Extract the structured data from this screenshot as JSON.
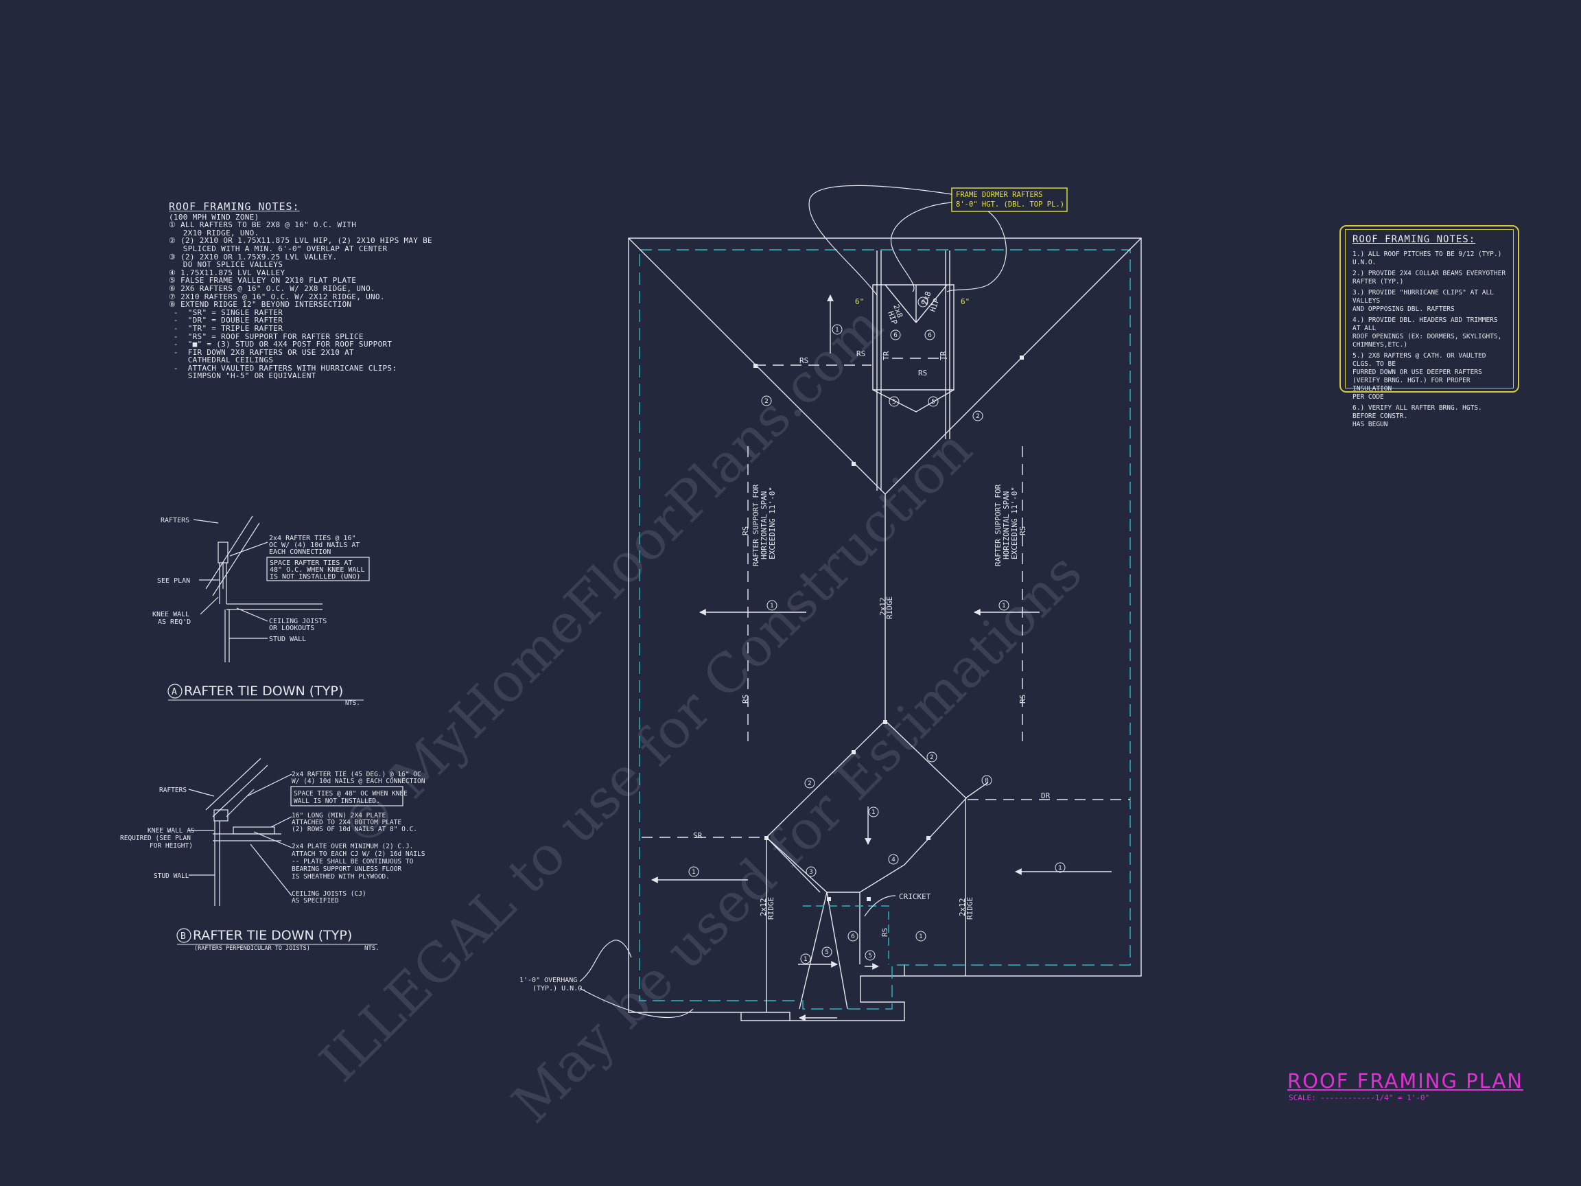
{
  "notes_left": {
    "title": "ROOF FRAMING NOTES:",
    "lines": [
      "(100 MPH WIND ZONE)",
      "① ALL RAFTERS TO BE 2x8 @ 16\" O.C. WITH",
      "   2x10 RIDGE, UNO.",
      "② (2) 2x10 OR 1.75x11.875 LVL HIP, (2) 2x10 HIPS MAY BE",
      "   SPLICED WITH A MIN. 6'-0\" OVERLAP AT CENTER",
      "③ (2) 2x10 OR 1.75x9.25 LVL VALLEY.",
      "   DO NOT SPLICE VALLEYS",
      "④ 1.75x11.875 LVL VALLEY",
      "⑤ FALSE FRAME VALLEY ON 2x10 FLAT PLATE",
      "⑥ 2x6 RAFTERS @ 16\" O.C. W/ 2x8 RIDGE, UNO.",
      "⑦ 2x10 RAFTERS @ 16\" O.C. W/ 2x12 RIDGE, UNO.",
      "⑧ EXTEND RIDGE 12\" BEYOND INTERSECTION",
      " -  \"SR\" = SINGLE RAFTER",
      " -  \"DR\" = DOUBLE RAFTER",
      " -  \"TR\" = TRIPLE RAFTER",
      " -  \"RS\" = ROOF SUPPORT FOR RAFTER SPLICE",
      " -  \"■\" = (3) STUD OR 4x4 POST FOR ROOF SUPPORT",
      " -  FIR DOWN 2x8 RAFTERS OR USE 2x10 AT",
      "    CATHEDRAL CEILINGS",
      " -  ATTACH VAULTED RAFTERS WITH HURRICANE CLIPS:",
      "    SIMPSON \"H-5\" OR EQUIVALENT"
    ]
  },
  "notes_right": {
    "title": "ROOF FRAMING NOTES:",
    "items": [
      [
        "1.) ALL ROOF PITCHES TO BE  9/12 (TYP.) U.N.O."
      ],
      [
        "2.) PROVIDE 2x4 COLLAR BEAMS EVERYOTHER",
        "     RAFTER (TYP.)"
      ],
      [
        "3.) PROVIDE \"HURRICANE CLIPS\" AT ALL VALLEYS",
        "     AND OPPPOSING DBL. RAFTERS"
      ],
      [
        "4.) PROVIDE DBL. HEADERS ABD TRIMMERS AT ALL",
        "     ROOF OPENINGS (EX: DORMERS, SKYLIGHTS,",
        "     CHIMNEYS,ETC.)"
      ],
      [
        "5.) 2x8 RAFTERS @ CATH. OR VAULTED CLGS. TO BE",
        "     FURRED DOWN OR USE DEEPER RAFTERS",
        "     (VERIFY BRNG. HGT.) FOR PROPER INSULATION",
        "     PER CODE"
      ],
      [
        "6.) VERIFY ALL RAFTER BRNG. HGTS. BEFORE CONSTR.",
        "     HAS BEGUN"
      ]
    ]
  },
  "callouts": {
    "dormer_line1": "FRAME DORMER RAFTERS",
    "dormer_line2": "8'-0\" HGT. (DBL. TOP PL.)",
    "overhang_line1": "1'-0\" OVERHANG",
    "overhang_line2": "(TYP.) U.N.O.",
    "cricket": "CRICKET"
  },
  "plan_labels": {
    "rs": "RS",
    "tr": "TR",
    "sr": "SR",
    "dr": "DR",
    "ridge_2x12": "2x12",
    "ridge_word": "RIDGE",
    "hip_2x8": "2x8",
    "hip_word": "HIP",
    "dim_6": "6\"",
    "support_left_1": "RAFTER SUPPORT FOR",
    "support_left_2": "HORIZONTAL SPAN",
    "support_left_3": "EXCEEDING 11'-0\"",
    "support_right_1": "RAFTER SUPPORT FOR",
    "support_right_2": "HORIZONTAL SPAN",
    "support_right_3": "EXCEEDING 11'-0\"",
    "n1": "1",
    "n2": "2",
    "n3": "3",
    "n4": "4",
    "n5": "5",
    "n6": "6",
    "n8": "8"
  },
  "detail_a": {
    "letter": "A",
    "title": "RAFTER TIE DOWN (TYP)",
    "nts": "NTS.",
    "rafters": "RAFTERS",
    "see_plan": "SEE PLAN",
    "knee_wall_1": "KNEE WALL",
    "knee_wall_2": "AS REQ'D",
    "tie_1": "2x4 RAFTER TIES @ 16\"",
    "tie_2": "OC W/ (4) 10d NAILS AT",
    "tie_3": "EACH CONNECTION",
    "box_1": "SPACE RAFTER TIES AT",
    "box_2": "48\" O.C. WHEN KNEE WALL",
    "box_3": "IS NOT INSTALLED (UNO)",
    "ceiling_1": "CEILING JOISTS",
    "ceiling_2": "OR LOOKOUTS",
    "stud": "STUD WALL"
  },
  "detail_b": {
    "letter": "B",
    "title": "RAFTER TIE DOWN (TYP)",
    "subtitle": "(RAFTERS PERPENDICULAR TO JOISTS)",
    "nts": "NTS.",
    "rafters": "RAFTERS",
    "knee_1": "KNEE WALL AS",
    "knee_2": "REQUIRED (SEE PLAN",
    "knee_3": "FOR HEIGHT)",
    "stud": "STUD WALL",
    "tie_1": "2x4 RAFTER TIE (45 DEG.) @ 16\" OC",
    "tie_2": "W/ (4) 10d NAILS @ EACH CONNECTION",
    "box_1": "SPACE TIES @ 48\" OC WHEN KNEE",
    "box_2": "WALL IS NOT INSTALLED.",
    "plate_1": "16\" LONG (MIN) 2X4 PLATE",
    "plate_2": "ATTACHED TO 2X4 BOTTOM PLATE",
    "plate_3": "(2) ROWS OF 10d NAILS AT 8\" O.C.",
    "p2_1": "2x4 PLATE OVER MINIMUM (2) C.J.",
    "p2_2": "ATTACH TO EACH CJ W/ (2) 16d NAILS",
    "p2_3": "-- PLATE SHALL BE CONTINUOUS TO",
    "p2_4": "BEARING SUPPORT UNLESS FLOOR",
    "p2_5": "IS SHEATHED WITH PLYWOOD.",
    "cj_1": "CEILING JOISTS (CJ)",
    "cj_2": "AS SPECIFIED"
  },
  "title_block": {
    "title": "ROOF FRAMING PLAN",
    "scale": "SCALE: ------------1/4\" = 1'-0\""
  },
  "watermark": {
    "line1": "© MyHomeFloorPlans.com",
    "line2": "ILLEGAL to use for Construction",
    "line3": "May be used for Estimations"
  },
  "colors": {
    "background": "#23283d",
    "linework": "#e6e8ef",
    "overhang_dashed": "#2bb8c4",
    "callout_yellow": "#e7e33b",
    "title_magenta": "#e12fd6",
    "watermark": "#3a3f52"
  }
}
